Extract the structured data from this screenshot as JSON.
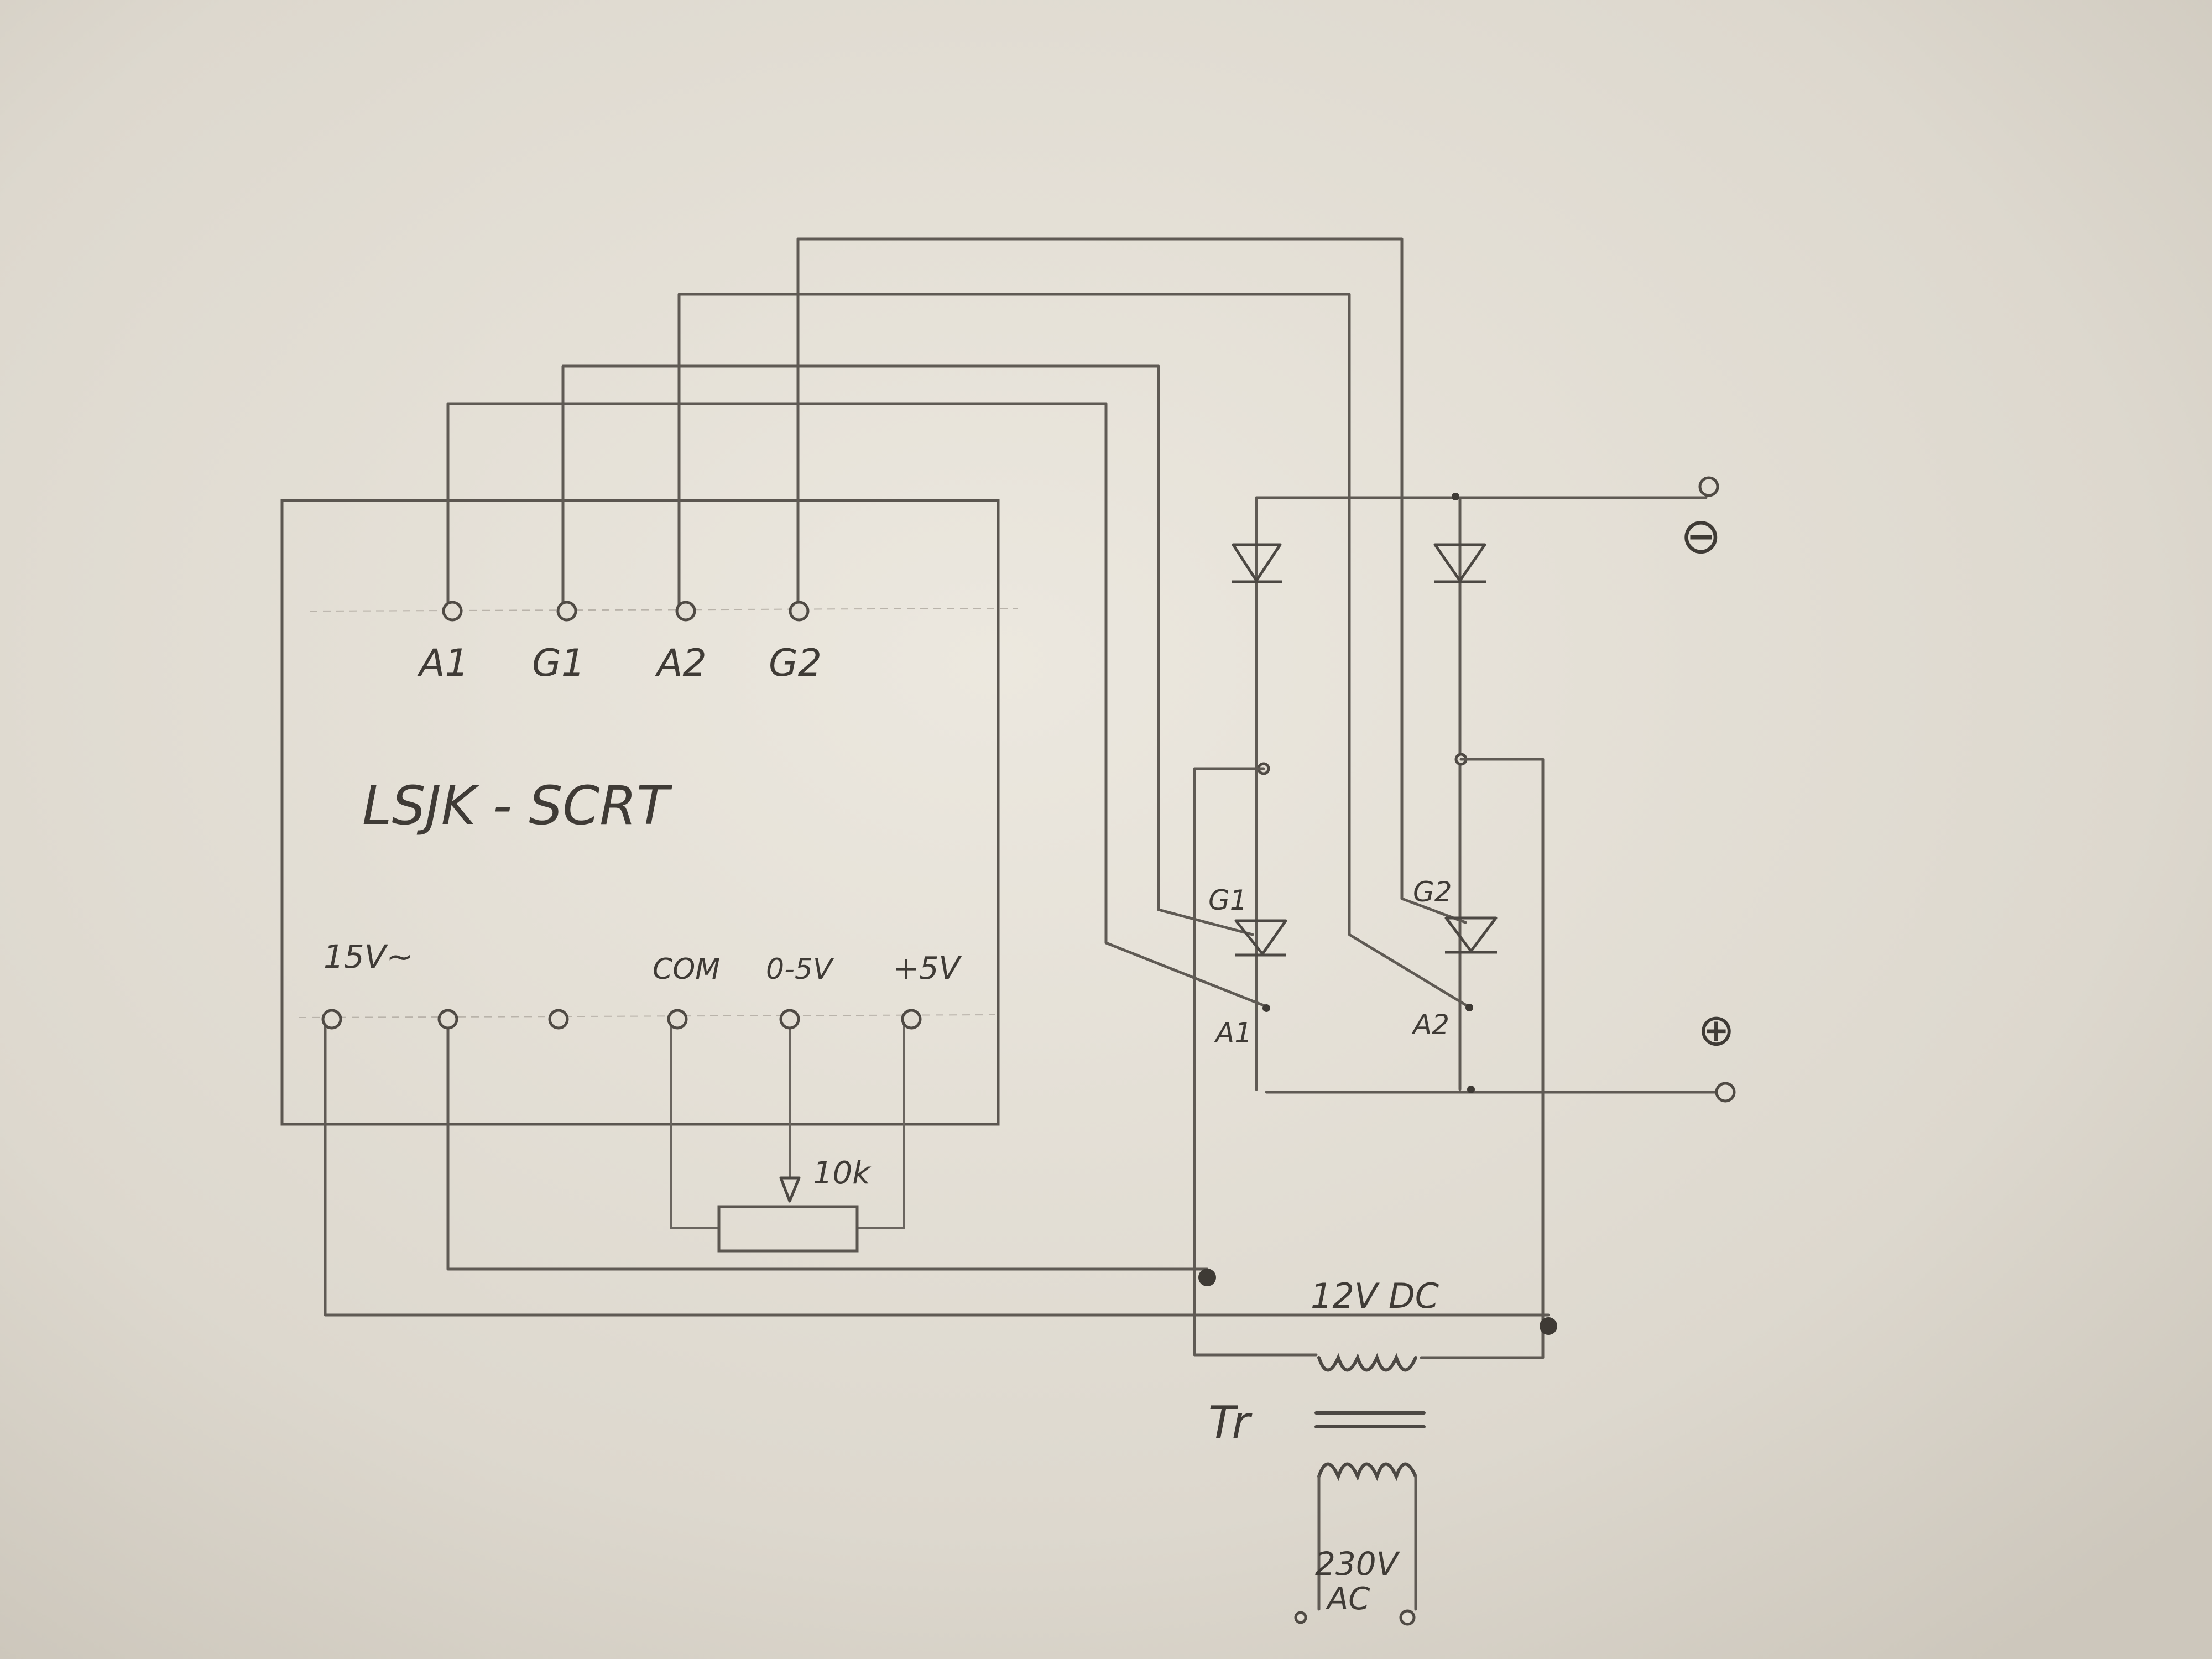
{
  "module": {
    "name": "LSJK - SCRT",
    "top_terminals": [
      "A1",
      "G1",
      "A2",
      "G2"
    ],
    "bottom_terminals": [
      "15V~",
      "",
      "",
      "COM",
      "0-5V",
      "+5V"
    ]
  },
  "potentiometer": {
    "label": "10k"
  },
  "thyristors": [
    {
      "gate": "G1",
      "anode": "A1"
    },
    {
      "gate": "G2",
      "anode": "A2"
    }
  ],
  "output": {
    "minus": "⊖",
    "plus": "⊕"
  },
  "transformer": {
    "name": "Tr",
    "secondary": "12V DC",
    "primary": "230V",
    "primary_sub": "AC"
  },
  "colors": {
    "paper": "#e2ddd3",
    "pencil": "#4c4843"
  }
}
